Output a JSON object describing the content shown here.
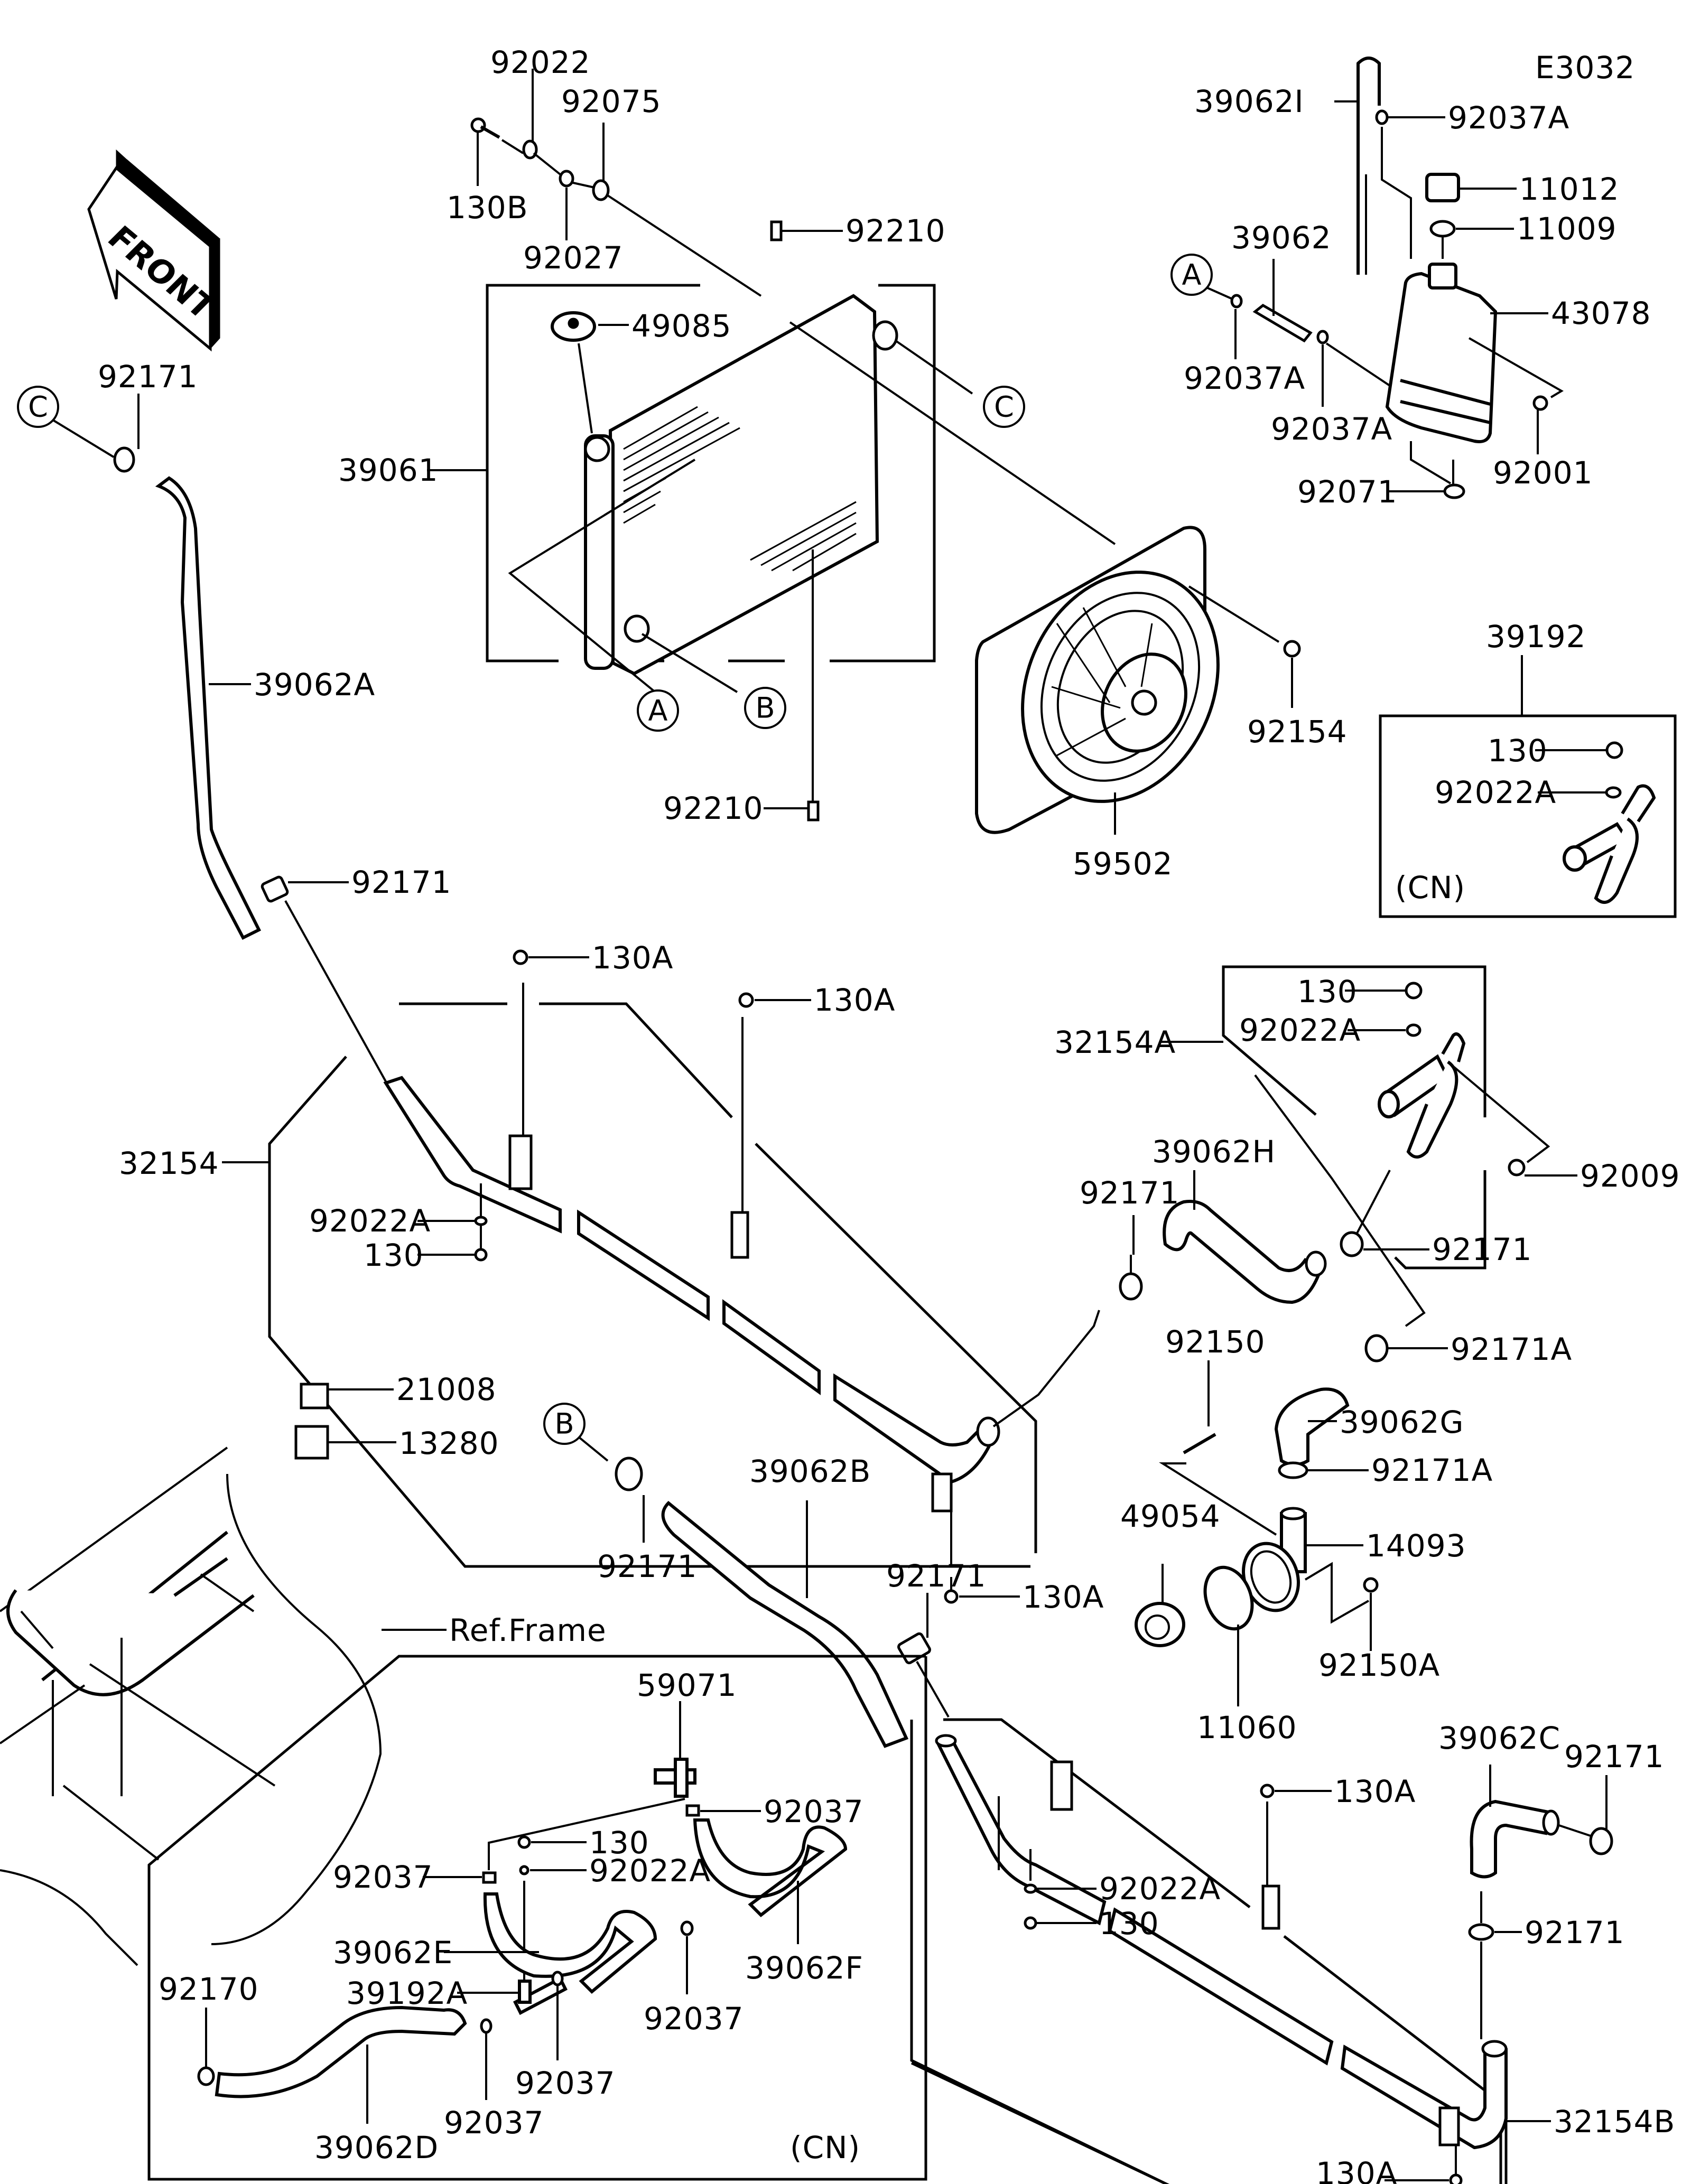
{
  "diagram": {
    "code": "E3032",
    "front_label": "FRONT",
    "ref_frame": "Ref.Frame",
    "cn_note": "(CN)",
    "callouts": {
      "A": "A",
      "B": "B",
      "C": "C"
    },
    "labels": {
      "p92022": "92022",
      "p92075": "92075",
      "p130B": "130B",
      "p92027": "92027",
      "p92210_top": "92210",
      "p49085": "49085",
      "p39061": "39061",
      "p92210_bot": "92210",
      "p92171_c": "92171",
      "p39062A": "39062A",
      "p92171_a2": "92171",
      "p59502": "59502",
      "p92154": "92154",
      "p39062I": "39062I",
      "p92037A_top": "92037A",
      "p11012": "11012",
      "p11009": "11009",
      "p39062": "39062",
      "p43078": "43078",
      "p92037A_l": "92037A",
      "p92037A_m": "92037A",
      "p92071": "92071",
      "p92001": "92001",
      "p39192": "39192",
      "p39192_130": "130",
      "p39192_92022A": "92022A",
      "p130A_1": "130A",
      "p130A_2": "130A",
      "p32154": "32154",
      "p92022A_1": "92022A",
      "p130_1": "130",
      "p130A_3": "130A",
      "p32154A": "32154A",
      "p32154A_130": "130",
      "p32154A_92022A": "92022A",
      "p92009": "92009",
      "p39062H": "39062H",
      "p92171_h": "92171",
      "p92171_r": "92171",
      "p92171A_1": "92171A",
      "p92150": "92150",
      "p39062G": "39062G",
      "p92171A_2": "92171A",
      "p49054": "49054",
      "p14093": "14093",
      "p11060": "11060",
      "p92150A": "92150A",
      "p21008": "21008",
      "p13280": "13280",
      "p92171_b": "92171",
      "p39062B": "39062B",
      "p92171_b2": "92171",
      "p59071": "59071",
      "p92037_1": "92037",
      "p130_cn": "130",
      "p92037_2": "92037",
      "p92022A_cn": "92022A",
      "p39062E": "39062E",
      "p39062F": "39062F",
      "p39192A": "39192A",
      "p92037_3": "92037",
      "p92170": "92170",
      "p92037_4": "92037",
      "p92037_5": "92037",
      "p39062D": "39062D",
      "p39062C": "39062C",
      "p92171_c2": "92171",
      "p130A_4": "130A",
      "p92171_c3": "92171",
      "p92022A_2": "92022A",
      "p130_2": "130",
      "p32154B": "32154B",
      "p130A_5": "130A"
    }
  }
}
